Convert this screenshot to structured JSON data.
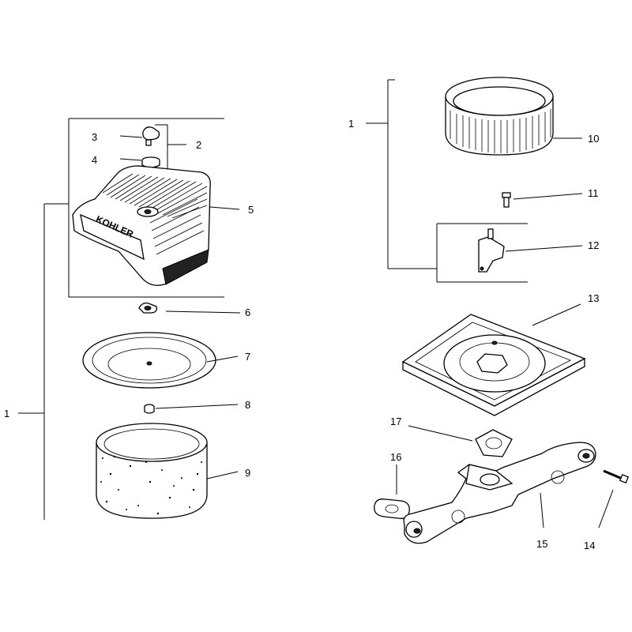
{
  "callouts": [
    {
      "id": "callout-1-left",
      "text": "1"
    },
    {
      "id": "callout-2",
      "text": "2"
    },
    {
      "id": "callout-3",
      "text": "3"
    },
    {
      "id": "callout-4",
      "text": "4"
    },
    {
      "id": "callout-5",
      "text": "5"
    },
    {
      "id": "callout-6",
      "text": "6"
    },
    {
      "id": "callout-7",
      "text": "7"
    },
    {
      "id": "callout-8",
      "text": "8"
    },
    {
      "id": "callout-9",
      "text": "9"
    },
    {
      "id": "callout-1-right",
      "text": "1"
    },
    {
      "id": "callout-10",
      "text": "10"
    },
    {
      "id": "callout-11",
      "text": "11"
    },
    {
      "id": "callout-12",
      "text": "12"
    },
    {
      "id": "callout-13",
      "text": "13"
    },
    {
      "id": "callout-14",
      "text": "14"
    },
    {
      "id": "callout-15",
      "text": "15"
    },
    {
      "id": "callout-16",
      "text": "16"
    },
    {
      "id": "callout-17",
      "text": "17"
    }
  ],
  "cover_logo_text": "KOHLER",
  "colors": {
    "line": "#000000",
    "background": "#ffffff"
  }
}
